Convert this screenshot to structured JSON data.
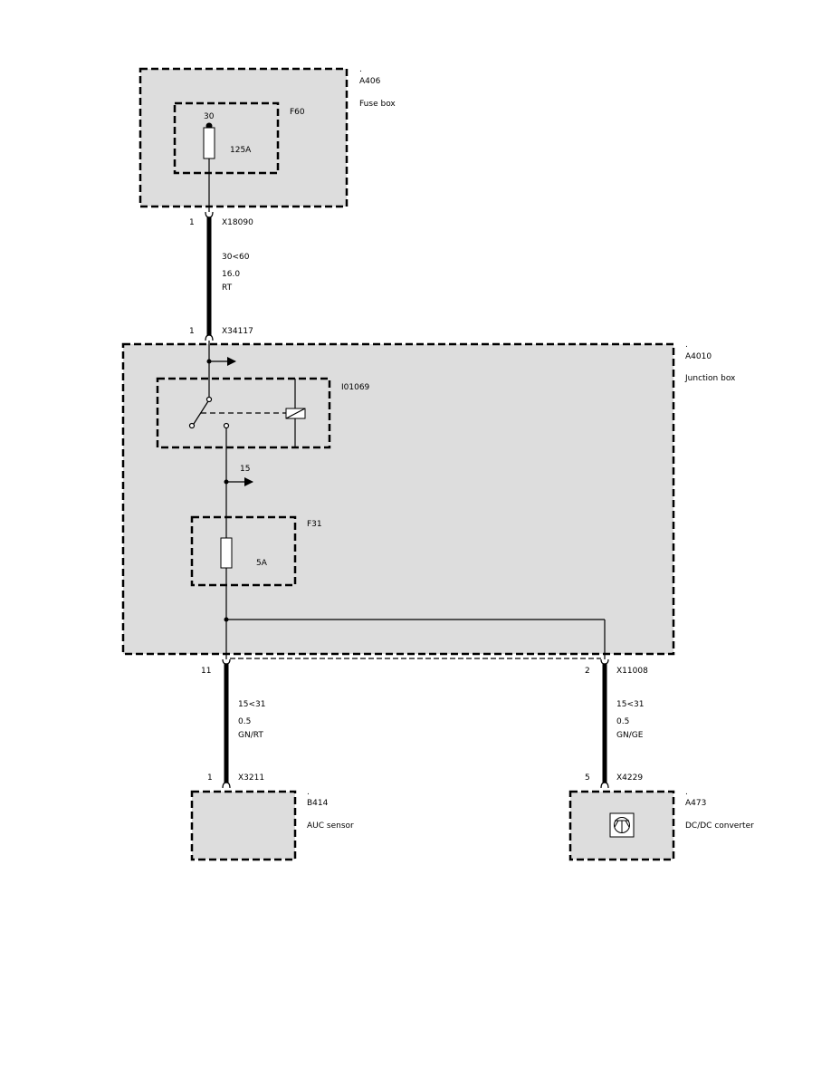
{
  "components": {
    "fuse_box": {
      "dot": ".",
      "code": "A406",
      "name": "Fuse box"
    },
    "junction_box": {
      "dot": ".",
      "code": "A4010",
      "name": "Junction box"
    },
    "auc_sensor": {
      "dot": ".",
      "code": "B414",
      "name": "AUC sensor"
    },
    "dcdc_converter": {
      "dot": ".",
      "code": "A473",
      "name": "DC/DC converter"
    }
  },
  "fuses": {
    "f60": {
      "code": "F60",
      "terminal": "30",
      "rating": "125A"
    },
    "f31": {
      "code": "F31",
      "rating": "5A"
    }
  },
  "relay": {
    "code": "I01069",
    "terminal_out": "15"
  },
  "connectors": {
    "x18090": {
      "pin": "1",
      "code": "X18090"
    },
    "x34117": {
      "pin": "1",
      "code": "X34117"
    },
    "x11008_left": {
      "pin": "11"
    },
    "x11008_right": {
      "pin": "2",
      "code": "X11008"
    },
    "x3211": {
      "pin": "1",
      "code": "X3211"
    },
    "x4229": {
      "pin": "5",
      "code": "X4229"
    }
  },
  "wires": {
    "main": {
      "circuit": "30<60",
      "size": "16.0",
      "color": "RT"
    },
    "auc": {
      "circuit": "15<31",
      "size": "0.5",
      "color": "GN/RT"
    },
    "dcdc": {
      "circuit": "15<31",
      "size": "0.5",
      "color": "GN/GE"
    }
  }
}
